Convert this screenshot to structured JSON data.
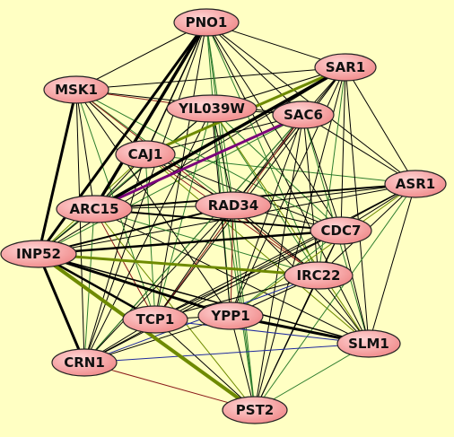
{
  "diagram": {
    "type": "network-graph",
    "background": "#ffffc3",
    "node_fill": "#f08a8a",
    "node_highlight": "#ffd6d6",
    "node_stroke": "#222222",
    "edge_colors": {
      "black": "#000000",
      "olive": "#6e8a00",
      "green": "#2e7d2e",
      "darkred": "#8b1a1a",
      "purple": "#7a007a",
      "blue": "#1f2a9e"
    },
    "nodes": [
      {
        "id": "PNO1",
        "label": "PNO1"
      },
      {
        "id": "SAR1",
        "label": "SAR1"
      },
      {
        "id": "MSK1",
        "label": "MSK1"
      },
      {
        "id": "YIL039W",
        "label": "YIL039W"
      },
      {
        "id": "SAC6",
        "label": "SAC6"
      },
      {
        "id": "CAJ1",
        "label": "CAJ1"
      },
      {
        "id": "ASR1",
        "label": "ASR1"
      },
      {
        "id": "ARC15",
        "label": "ARC15"
      },
      {
        "id": "RAD34",
        "label": "RAD34"
      },
      {
        "id": "CDC7",
        "label": "CDC7"
      },
      {
        "id": "INP52",
        "label": "INP52"
      },
      {
        "id": "IRC22",
        "label": "IRC22"
      },
      {
        "id": "TCP1",
        "label": "TCP1"
      },
      {
        "id": "YPP1",
        "label": "YPP1"
      },
      {
        "id": "SLM1",
        "label": "SLM1"
      },
      {
        "id": "CRN1",
        "label": "CRN1"
      },
      {
        "id": "PST2",
        "label": "PST2"
      }
    ],
    "edges": [
      {
        "s": "INP52",
        "t": "PNO1",
        "c": "black",
        "w": 3
      },
      {
        "s": "INP52",
        "t": "MSK1",
        "c": "black",
        "w": 3
      },
      {
        "s": "INP52",
        "t": "CRN1",
        "c": "black",
        "w": 3
      },
      {
        "s": "INP52",
        "t": "YPP1",
        "c": "black",
        "w": 3
      },
      {
        "s": "INP52",
        "t": "TCP1",
        "c": "black",
        "w": 2.5
      },
      {
        "s": "INP52",
        "t": "CDC7",
        "c": "black",
        "w": 2.5
      },
      {
        "s": "INP52",
        "t": "RAD34",
        "c": "black",
        "w": 2
      },
      {
        "s": "INP52",
        "t": "IRC22",
        "c": "olive",
        "w": 3
      },
      {
        "s": "INP52",
        "t": "PST2",
        "c": "olive",
        "w": 4
      },
      {
        "s": "INP52",
        "t": "SAR1",
        "c": "black",
        "w": 1
      },
      {
        "s": "INP52",
        "t": "ASR1",
        "c": "black",
        "w": 1
      },
      {
        "s": "INP52",
        "t": "SLM1",
        "c": "black",
        "w": 1.5
      },
      {
        "s": "INP52",
        "t": "SAC6",
        "c": "green",
        "w": 1
      },
      {
        "s": "INP52",
        "t": "YIL039W",
        "c": "green",
        "w": 1
      },
      {
        "s": "INP52",
        "t": "CAJ1",
        "c": "olive",
        "w": 1
      },
      {
        "s": "INP52",
        "t": "ARC15",
        "c": "black",
        "w": 1
      },
      {
        "s": "ARC15",
        "t": "PNO1",
        "c": "black",
        "w": 3.5
      },
      {
        "s": "ARC15",
        "t": "SAR1",
        "c": "black",
        "w": 3.5
      },
      {
        "s": "ARC15",
        "t": "SAC6",
        "c": "purple",
        "w": 3
      },
      {
        "s": "ARC15",
        "t": "ASR1",
        "c": "black",
        "w": 2
      },
      {
        "s": "ARC15",
        "t": "CDC7",
        "c": "black",
        "w": 2
      },
      {
        "s": "ARC15",
        "t": "SLM1",
        "c": "black",
        "w": 1
      },
      {
        "s": "ARC15",
        "t": "MSK1",
        "c": "black",
        "w": 1
      },
      {
        "s": "ARC15",
        "t": "YIL039W",
        "c": "black",
        "w": 1
      },
      {
        "s": "ARC15",
        "t": "CRN1",
        "c": "green",
        "w": 1
      },
      {
        "s": "ARC15",
        "t": "TCP1",
        "c": "darkred",
        "w": 1
      },
      {
        "s": "ARC15",
        "t": "PST2",
        "c": "olive",
        "w": 1
      },
      {
        "s": "ARC15",
        "t": "IRC22",
        "c": "green",
        "w": 1
      },
      {
        "s": "CAJ1",
        "t": "PNO1",
        "c": "black",
        "w": 1.5
      },
      {
        "s": "CAJ1",
        "t": "SAR1",
        "c": "olive",
        "w": 3
      },
      {
        "s": "CAJ1",
        "t": "SAC6",
        "c": "black",
        "w": 1
      },
      {
        "s": "CAJ1",
        "t": "ASR1",
        "c": "green",
        "w": 1
      },
      {
        "s": "CAJ1",
        "t": "CDC7",
        "c": "black",
        "w": 1
      },
      {
        "s": "CAJ1",
        "t": "IRC22",
        "c": "darkred",
        "w": 1
      },
      {
        "s": "CAJ1",
        "t": "SLM1",
        "c": "olive",
        "w": 1
      },
      {
        "s": "CAJ1",
        "t": "TCP1",
        "c": "green",
        "w": 1
      },
      {
        "s": "CAJ1",
        "t": "CRN1",
        "c": "black",
        "w": 1
      },
      {
        "s": "CAJ1",
        "t": "MSK1",
        "c": "darkred",
        "w": 1
      },
      {
        "s": "MSK1",
        "t": "PNO1",
        "c": "black",
        "w": 1
      },
      {
        "s": "MSK1",
        "t": "SAR1",
        "c": "black",
        "w": 1
      },
      {
        "s": "MSK1",
        "t": "SAC6",
        "c": "black",
        "w": 1
      },
      {
        "s": "MSK1",
        "t": "YIL039W",
        "c": "darkred",
        "w": 1
      },
      {
        "s": "MSK1",
        "t": "RAD34",
        "c": "green",
        "w": 1
      },
      {
        "s": "MSK1",
        "t": "CDC7",
        "c": "green",
        "w": 1
      },
      {
        "s": "MSK1",
        "t": "IRC22",
        "c": "darkred",
        "w": 1
      },
      {
        "s": "MSK1",
        "t": "TCP1",
        "c": "green",
        "w": 1
      },
      {
        "s": "MSK1",
        "t": "YPP1",
        "c": "black",
        "w": 1
      },
      {
        "s": "MSK1",
        "t": "CRN1",
        "c": "black",
        "w": 1
      },
      {
        "s": "PNO1",
        "t": "SAR1",
        "c": "black",
        "w": 1
      },
      {
        "s": "PNO1",
        "t": "SAC6",
        "c": "black",
        "w": 1
      },
      {
        "s": "PNO1",
        "t": "ASR1",
        "c": "black",
        "w": 1
      },
      {
        "s": "PNO1",
        "t": "RAD34",
        "c": "green",
        "w": 1
      },
      {
        "s": "PNO1",
        "t": "CDC7",
        "c": "black",
        "w": 1
      },
      {
        "s": "PNO1",
        "t": "IRC22",
        "c": "green",
        "w": 1
      },
      {
        "s": "PNO1",
        "t": "TCP1",
        "c": "black",
        "w": 1
      },
      {
        "s": "PNO1",
        "t": "YPP1",
        "c": "green",
        "w": 1
      },
      {
        "s": "PNO1",
        "t": "SLM1",
        "c": "black",
        "w": 1
      },
      {
        "s": "PNO1",
        "t": "CRN1",
        "c": "black",
        "w": 1
      },
      {
        "s": "PNO1",
        "t": "PST2",
        "c": "green",
        "w": 1
      },
      {
        "s": "SAR1",
        "t": "ASR1",
        "c": "black",
        "w": 1
      },
      {
        "s": "SAR1",
        "t": "YIL039W",
        "c": "black",
        "w": 1
      },
      {
        "s": "SAR1",
        "t": "RAD34",
        "c": "black",
        "w": 1
      },
      {
        "s": "SAR1",
        "t": "CDC7",
        "c": "black",
        "w": 1
      },
      {
        "s": "SAR1",
        "t": "IRC22",
        "c": "green",
        "w": 1
      },
      {
        "s": "SAR1",
        "t": "TCP1",
        "c": "black",
        "w": 1
      },
      {
        "s": "SAR1",
        "t": "YPP1",
        "c": "black",
        "w": 1
      },
      {
        "s": "SAR1",
        "t": "SLM1",
        "c": "black",
        "w": 1
      },
      {
        "s": "SAR1",
        "t": "CRN1",
        "c": "black",
        "w": 1
      },
      {
        "s": "SAR1",
        "t": "PST2",
        "c": "black",
        "w": 1
      },
      {
        "s": "YIL039W",
        "t": "SAC6",
        "c": "black",
        "w": 1
      },
      {
        "s": "YIL039W",
        "t": "RAD34",
        "c": "black",
        "w": 1
      },
      {
        "s": "YIL039W",
        "t": "CDC7",
        "c": "green",
        "w": 1
      },
      {
        "s": "YIL039W",
        "t": "IRC22",
        "c": "green",
        "w": 1
      },
      {
        "s": "YIL039W",
        "t": "TCP1",
        "c": "green",
        "w": 1
      },
      {
        "s": "YIL039W",
        "t": "YPP1",
        "c": "black",
        "w": 1
      },
      {
        "s": "YIL039W",
        "t": "SLM1",
        "c": "olive",
        "w": 1
      },
      {
        "s": "YIL039W",
        "t": "CRN1",
        "c": "black",
        "w": 1
      },
      {
        "s": "YIL039W",
        "t": "PST2",
        "c": "green",
        "w": 1
      },
      {
        "s": "SAC6",
        "t": "RAD34",
        "c": "black",
        "w": 1
      },
      {
        "s": "SAC6",
        "t": "ASR1",
        "c": "black",
        "w": 1
      },
      {
        "s": "SAC6",
        "t": "CDC7",
        "c": "black",
        "w": 1
      },
      {
        "s": "SAC6",
        "t": "IRC22",
        "c": "black",
        "w": 1
      },
      {
        "s": "SAC6",
        "t": "TCP1",
        "c": "darkred",
        "w": 1
      },
      {
        "s": "SAC6",
        "t": "YPP1",
        "c": "black",
        "w": 1
      },
      {
        "s": "SAC6",
        "t": "SLM1",
        "c": "green",
        "w": 1
      },
      {
        "s": "SAC6",
        "t": "CRN1",
        "c": "green",
        "w": 1
      },
      {
        "s": "SAC6",
        "t": "PST2",
        "c": "black",
        "w": 1
      },
      {
        "s": "ASR1",
        "t": "RAD34",
        "c": "black",
        "w": 1
      },
      {
        "s": "ASR1",
        "t": "CDC7",
        "c": "black",
        "w": 1
      },
      {
        "s": "ASR1",
        "t": "IRC22",
        "c": "black",
        "w": 1
      },
      {
        "s": "ASR1",
        "t": "TCP1",
        "c": "black",
        "w": 1
      },
      {
        "s": "ASR1",
        "t": "YPP1",
        "c": "olive",
        "w": 1
      },
      {
        "s": "ASR1",
        "t": "SLM1",
        "c": "black",
        "w": 1
      },
      {
        "s": "ASR1",
        "t": "CRN1",
        "c": "black",
        "w": 1
      },
      {
        "s": "ASR1",
        "t": "PST2",
        "c": "green",
        "w": 1
      },
      {
        "s": "RAD34",
        "t": "CDC7",
        "c": "black",
        "w": 1
      },
      {
        "s": "RAD34",
        "t": "IRC22",
        "c": "black",
        "w": 1
      },
      {
        "s": "RAD34",
        "t": "TCP1",
        "c": "black",
        "w": 1
      },
      {
        "s": "RAD34",
        "t": "YPP1",
        "c": "darkred",
        "w": 1
      },
      {
        "s": "RAD34",
        "t": "SLM1",
        "c": "black",
        "w": 1
      },
      {
        "s": "RAD34",
        "t": "CRN1",
        "c": "black",
        "w": 1
      },
      {
        "s": "RAD34",
        "t": "PST2",
        "c": "green",
        "w": 1
      },
      {
        "s": "CDC7",
        "t": "IRC22",
        "c": "black",
        "w": 1
      },
      {
        "s": "CDC7",
        "t": "TCP1",
        "c": "black",
        "w": 1
      },
      {
        "s": "CDC7",
        "t": "YPP1",
        "c": "green",
        "w": 1
      },
      {
        "s": "CDC7",
        "t": "SLM1",
        "c": "black",
        "w": 1
      },
      {
        "s": "CDC7",
        "t": "CRN1",
        "c": "black",
        "w": 1
      },
      {
        "s": "CDC7",
        "t": "PST2",
        "c": "black",
        "w": 1
      },
      {
        "s": "IRC22",
        "t": "TCP1",
        "c": "black",
        "w": 1
      },
      {
        "s": "IRC22",
        "t": "YPP1",
        "c": "black",
        "w": 1
      },
      {
        "s": "IRC22",
        "t": "SLM1",
        "c": "black",
        "w": 1
      },
      {
        "s": "IRC22",
        "t": "CRN1",
        "c": "blue",
        "w": 1
      },
      {
        "s": "IRC22",
        "t": "PST2",
        "c": "black",
        "w": 1
      },
      {
        "s": "TCP1",
        "t": "YPP1",
        "c": "black",
        "w": 1
      },
      {
        "s": "TCP1",
        "t": "SLM1",
        "c": "blue",
        "w": 1
      },
      {
        "s": "TCP1",
        "t": "CRN1",
        "c": "black",
        "w": 1
      },
      {
        "s": "TCP1",
        "t": "PST2",
        "c": "black",
        "w": 1
      },
      {
        "s": "YPP1",
        "t": "SLM1",
        "c": "black",
        "w": 3
      },
      {
        "s": "YPP1",
        "t": "CRN1",
        "c": "black",
        "w": 1
      },
      {
        "s": "YPP1",
        "t": "PST2",
        "c": "black",
        "w": 1
      },
      {
        "s": "SLM1",
        "t": "CRN1",
        "c": "blue",
        "w": 1
      },
      {
        "s": "SLM1",
        "t": "PST2",
        "c": "green",
        "w": 1
      },
      {
        "s": "CRN1",
        "t": "PST2",
        "c": "darkred",
        "w": 1
      },
      {
        "s": "ARC15",
        "t": "RAD34",
        "c": "black",
        "w": 1
      },
      {
        "s": "CAJ1",
        "t": "ARC15",
        "c": "black",
        "w": 1
      },
      {
        "s": "CAJ1",
        "t": "RAD34",
        "c": "black",
        "w": 1
      },
      {
        "s": "MSK1",
        "t": "CAJ1",
        "c": "black",
        "w": 1
      }
    ]
  }
}
